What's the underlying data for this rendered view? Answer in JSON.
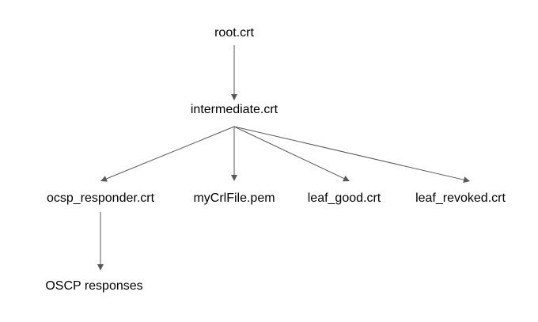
{
  "diagram": {
    "nodes": [
      {
        "id": "root",
        "label": "root.crt"
      },
      {
        "id": "intermediate",
        "label": "intermediate.crt"
      },
      {
        "id": "ocsp",
        "label": "ocsp_responder.crt"
      },
      {
        "id": "crl",
        "label": "myCrlFile.pem"
      },
      {
        "id": "good",
        "label": "leaf_good.crt"
      },
      {
        "id": "revoked",
        "label": "leaf_revoked.crt"
      },
      {
        "id": "responses",
        "label": "OSCP responses"
      }
    ],
    "edges": [
      {
        "from": "root",
        "to": "intermediate"
      },
      {
        "from": "intermediate",
        "to": "ocsp"
      },
      {
        "from": "intermediate",
        "to": "crl"
      },
      {
        "from": "intermediate",
        "to": "good"
      },
      {
        "from": "intermediate",
        "to": "revoked"
      },
      {
        "from": "ocsp",
        "to": "responses"
      }
    ],
    "colors": {
      "edge": "#595959",
      "text": "#000000",
      "background": "#ffffff"
    }
  }
}
